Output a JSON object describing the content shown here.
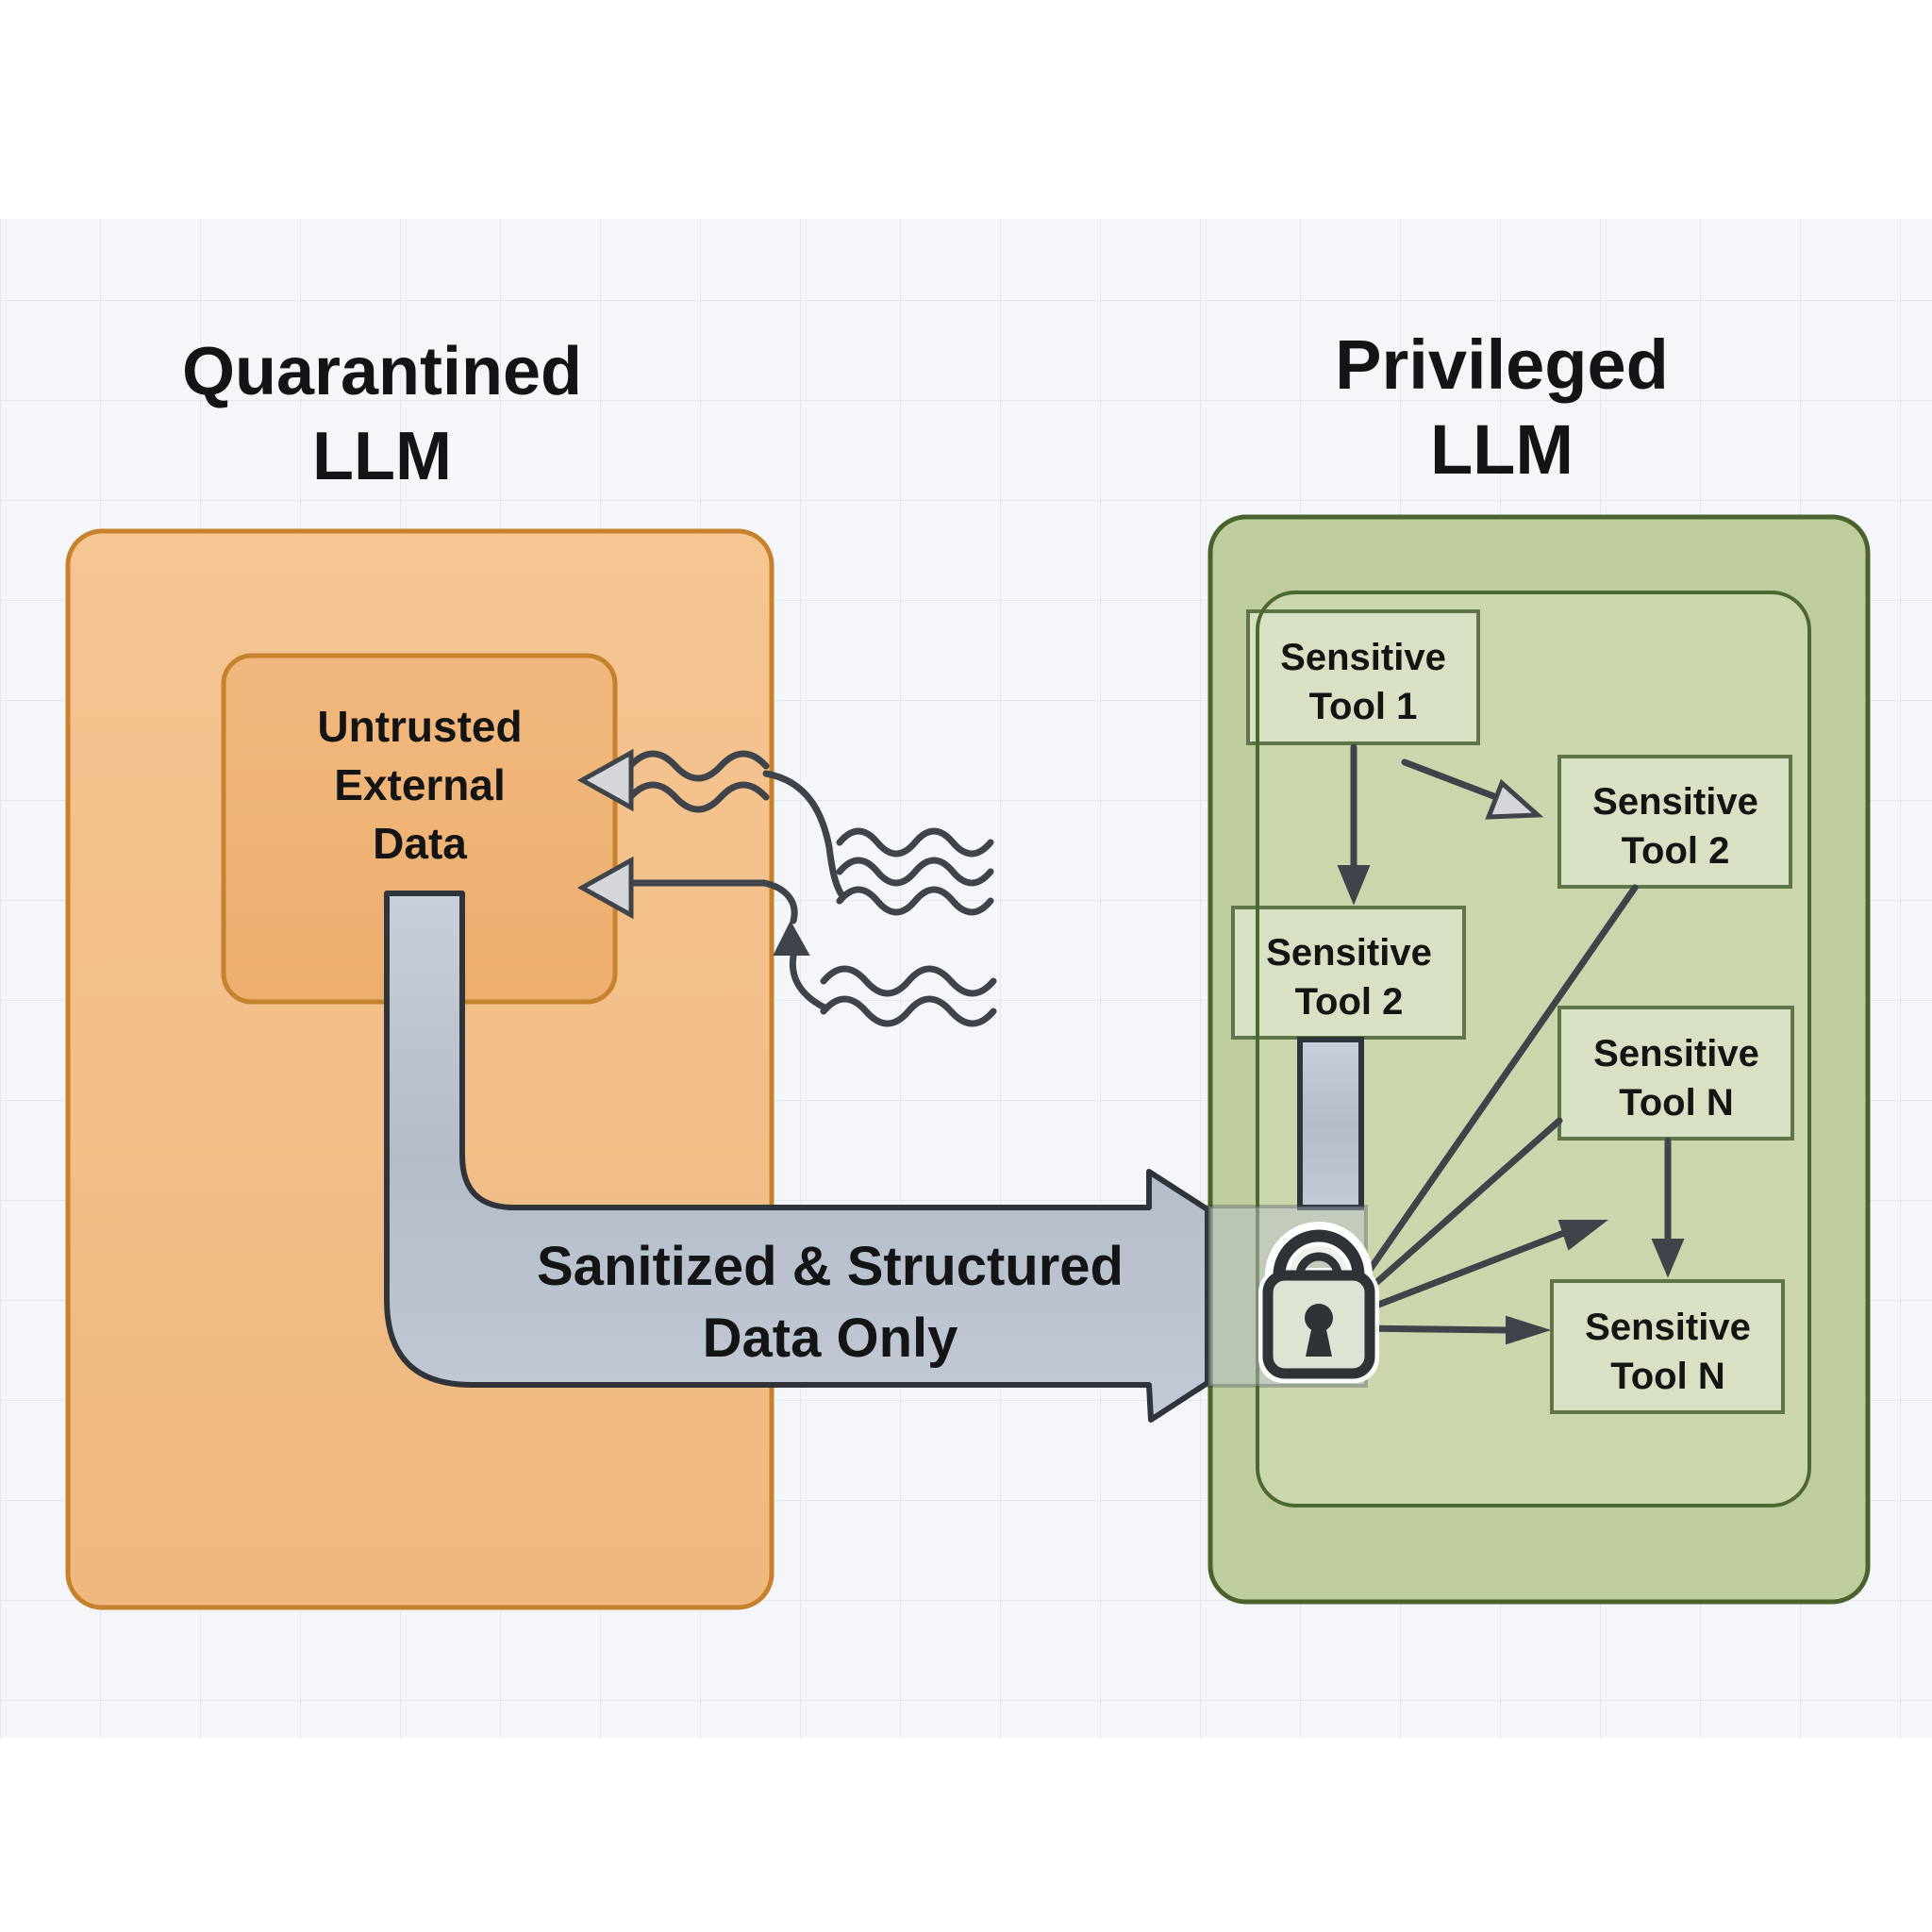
{
  "titles": {
    "quarantined": {
      "line1": "Quarantined",
      "line2": "LLM"
    },
    "privileged": {
      "line1": "Privileged",
      "line2": "LLM"
    }
  },
  "quarantined_panel": {
    "untrusted_box": {
      "line1": "Untrusted",
      "line2": "External",
      "line3": "Data"
    }
  },
  "privileged_panel": {
    "tools": [
      {
        "line1": "Sensitive",
        "line2": "Tool 1"
      },
      {
        "line1": "Sensitive",
        "line2": "Tool 2"
      },
      {
        "line1": "Sensitive",
        "line2": "Tool 2"
      },
      {
        "line1": "Sensitive",
        "line2": "Tool N"
      },
      {
        "line1": "Sensitive",
        "line2": "Tool N"
      }
    ]
  },
  "flow_arrow": {
    "label_line1": "Sanitized & Structured",
    "label_line2": "Data Only"
  },
  "icons": {
    "lock": "lock-icon"
  },
  "colors": {
    "background": "#ffffff",
    "grid_bg": "#f4f6fa",
    "grid_line": "#e3e8ef",
    "quarantined_fill": "#f3c08a",
    "quarantined_border": "#c6812c",
    "untrusted_fill": "#efb377",
    "privileged_fill": "#bfcc9e",
    "privileged_inner_fill": "#cbd6ad",
    "privileged_border": "#4a632c",
    "privileged_inner_border": "#4d682e",
    "tool_fill": "#d8e1c3",
    "tool_border": "#5d7547",
    "arrow_fill": "#bdc4d1",
    "arrow_border": "#2f343b",
    "connector": "#3f444a",
    "arrowhead_gray": "#d4d6da",
    "lock_dark": "#2e3338",
    "lock_glow": "#ffffff",
    "text": "#141414"
  }
}
